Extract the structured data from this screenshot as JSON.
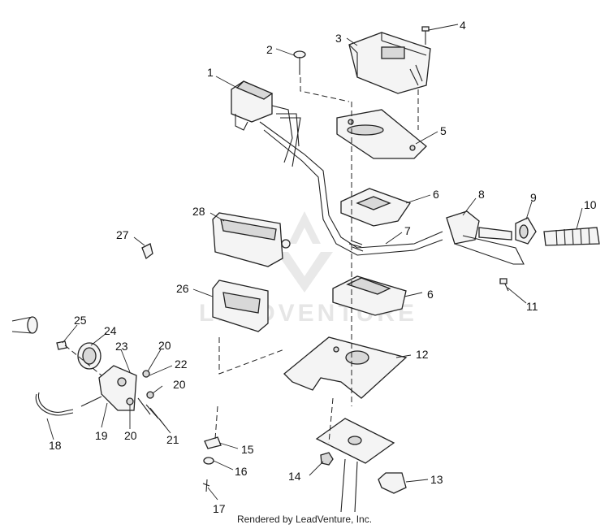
{
  "diagram": {
    "watermark": "LEADVENTURE",
    "footer": "Rendered by LeadVenture, Inc.",
    "callouts": [
      "1",
      "2",
      "3",
      "4",
      "5",
      "6",
      "7",
      "8",
      "9",
      "10",
      "11",
      "12",
      "13",
      "14",
      "15",
      "16",
      "17",
      "18",
      "19",
      "20",
      "21",
      "22",
      "23",
      "24",
      "25",
      "26",
      "27",
      "28"
    ],
    "callout_6_second": "6",
    "callout_20_second": "20",
    "callout_20_third": "20"
  }
}
